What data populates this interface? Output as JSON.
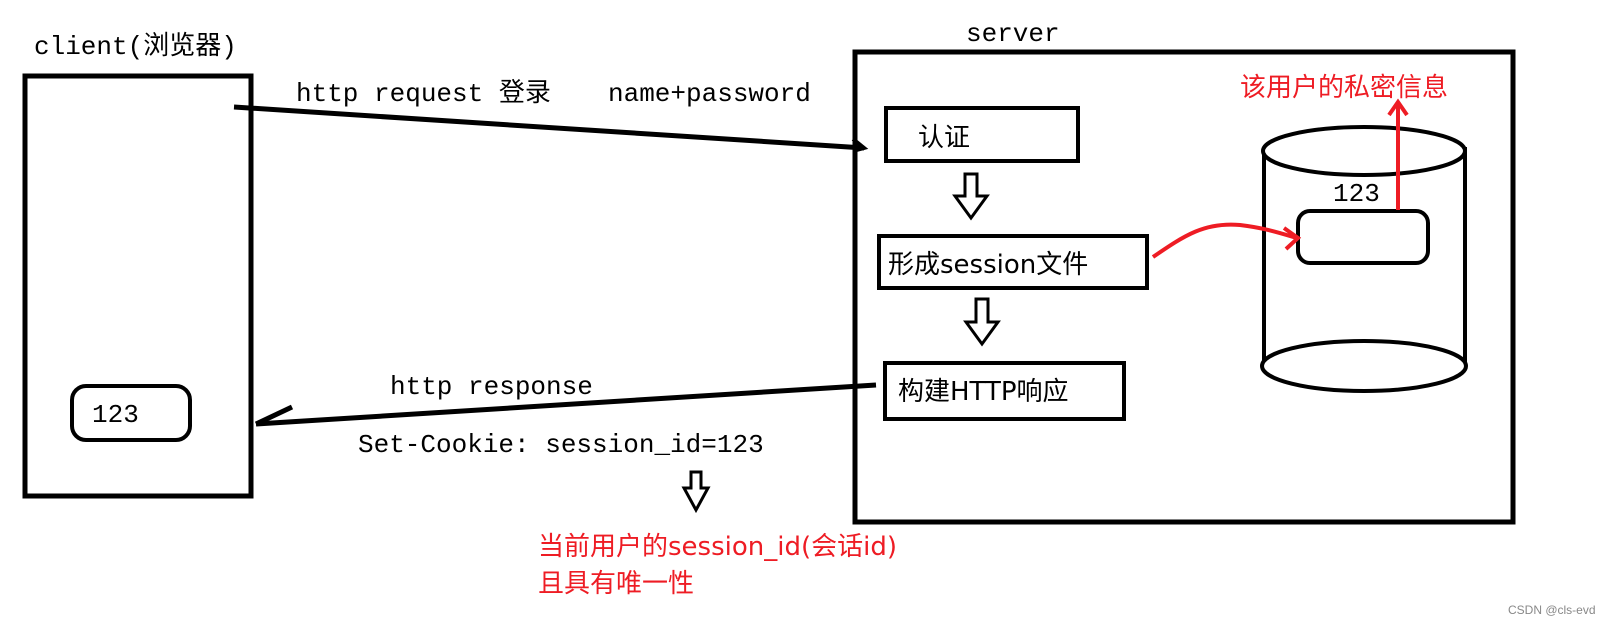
{
  "client": {
    "title": "client(浏览器)",
    "cookie_value": "123"
  },
  "server": {
    "title": "server",
    "step_auth": "认证",
    "step_session": "形成session文件",
    "step_response": "构建HTTP响应",
    "storage_value": "123",
    "private_info": "该用户的私密信息"
  },
  "request": {
    "label": "http request 登录",
    "params": "name+password"
  },
  "response": {
    "label": "http response",
    "header": "Set-Cookie: session_id=123"
  },
  "note": {
    "line1": "当前用户的session_id(会话id)",
    "line2": "且具有唯一性"
  },
  "watermark": "CSDN @cls-evd",
  "colors": {
    "stroke": "#000000",
    "accent": "#ee1c24"
  }
}
